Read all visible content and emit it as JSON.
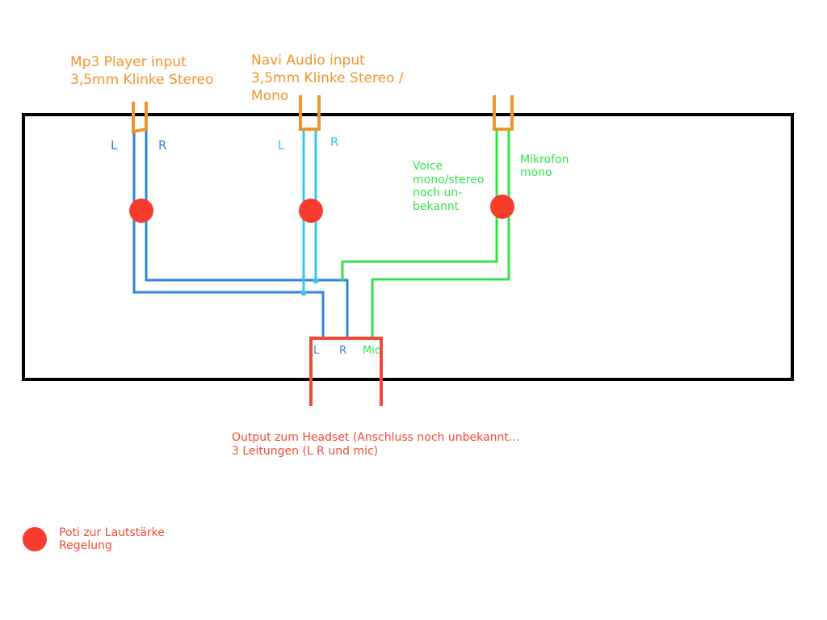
{
  "colors": {
    "orange": "#f0952a",
    "blue": "#2f83d8",
    "cyan": "#35c8ee",
    "green": "#33e24a",
    "red": "#f04a35",
    "dot_red": "#f73c2e",
    "box": "#000000"
  },
  "inputs": {
    "mp3": {
      "title": "Mp3 Player input",
      "spec": "3,5mm Klinke Stereo",
      "left": "L",
      "right": "R"
    },
    "navi": {
      "title": "Navi Audio input",
      "spec": "3,5mm Klinke Stereo /",
      "spec2": "Mono",
      "left": "L",
      "right": "R"
    }
  },
  "voice": {
    "lines": [
      "Voice",
      "mono/stereo",
      "noch un-",
      "bekannt"
    ]
  },
  "mikrofon": {
    "lines": [
      "Mikrofon",
      "mono"
    ]
  },
  "output": {
    "pin_l": "L",
    "pin_r": "R",
    "pin_mic": "Mic",
    "caption_line1": "Output zum Headset (Anschluss noch unbekannt...",
    "caption_line2": "3 Leitungen (L R und mic)"
  },
  "legend": {
    "line1": "Poti zur Lautstärke",
    "line2": "Regelung"
  }
}
